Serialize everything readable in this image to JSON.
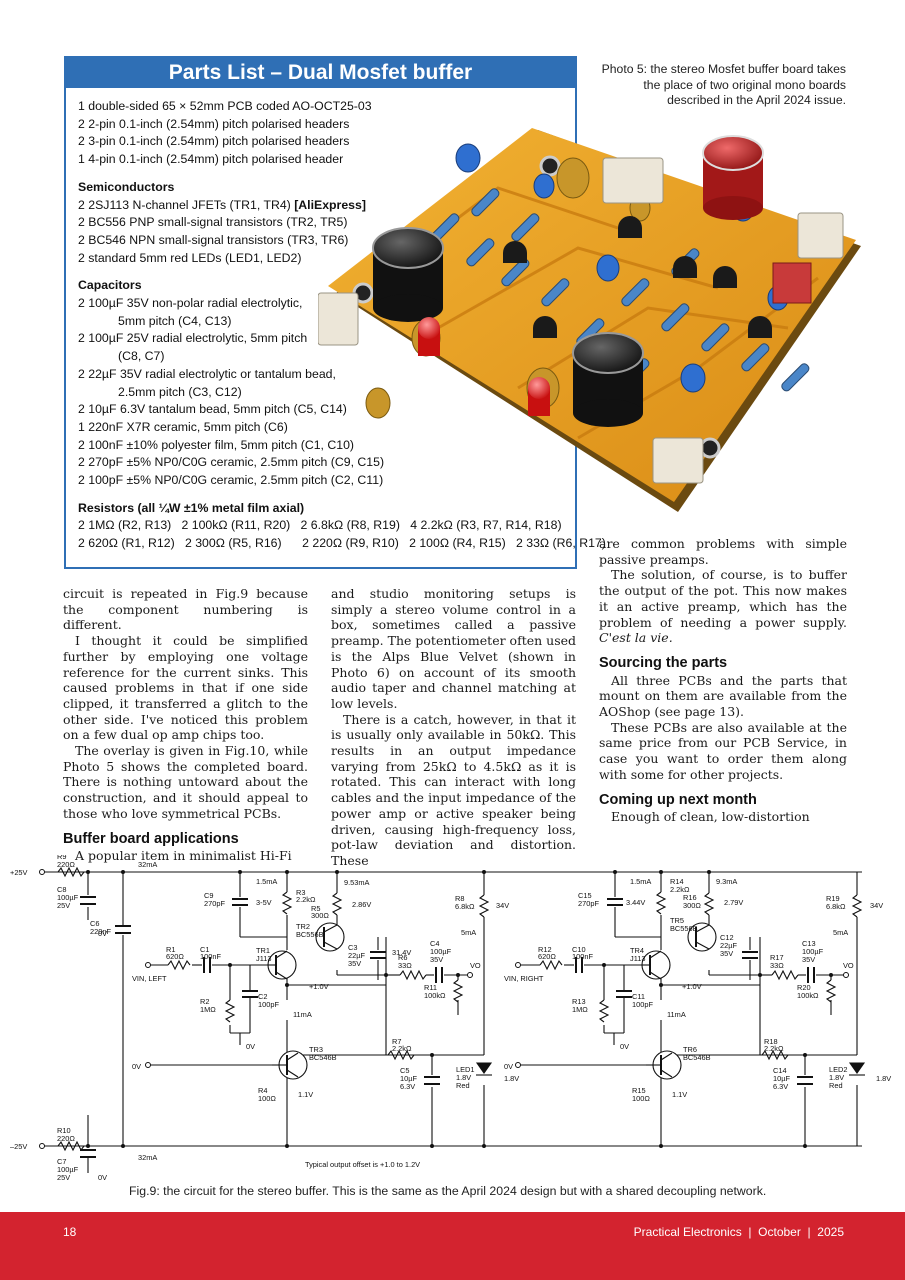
{
  "parts_list": {
    "title": "Parts List – Dual Mosfet buffer",
    "general": [
      "1 double-sided 65 × 52mm PCB coded AO-OCT25-03",
      "2 2-pin 0.1-inch (2.54mm) pitch polarised headers",
      "2 3-pin 0.1-inch (2.54mm) pitch polarised headers",
      "1 4-pin 0.1-inch (2.54mm) pitch polarised header"
    ],
    "semiconductors_heading": "Semiconductors",
    "semi1_text": "2 2SJ113 N-channel JFETs (TR1, TR4) ",
    "semi1_bold": "[AliExpress]",
    "semiconductors": [
      "2 BC556 PNP small-signal transistors (TR2, TR5)",
      "2 BC546 NPN small-signal transistors (TR3, TR6)",
      "2 standard 5mm red LEDs (LED1, LED2)"
    ],
    "capacitors_heading": "Capacitors",
    "capacitors": [
      "2 100µF 35V non-polar radial electrolytic,",
      "5mm pitch (C4, C13)",
      "2 100µF 25V radial electrolytic, 5mm pitch",
      "(C8, C7)",
      "2 22µF 35V radial electrolytic or tantalum bead,",
      "2.5mm pitch (C3, C12)",
      "2 10µF 6.3V tantalum bead, 5mm pitch (C5, C14)",
      "1 220nF X7R ceramic, 5mm pitch (C6)",
      "2 100nF ±10% polyester film, 5mm pitch (C1, C10)",
      "2 270pF ±5% NP0/C0G ceramic, 2.5mm pitch (C9, C15)",
      "2 100pF ±5% NP0/C0G ceramic, 2.5mm pitch (C2, C11)"
    ],
    "resistors_heading": "Resistors (all ¼W ±1% metal film axial)",
    "resistors_row1": [
      "2 1MΩ (R2, R13)",
      "2 100kΩ (R11, R20)",
      "2 6.8kΩ (R8, R19)",
      "4 2.2kΩ (R3, R7, R14, R18)"
    ],
    "resistors_row2": [
      "2 620Ω (R1, R12)",
      "2 300Ω (R5, R16)",
      "2 220Ω (R9, R10)",
      "2 100Ω (R4, R15)",
      "2 33Ω (R6, R17)"
    ]
  },
  "photo": {
    "caption": "Photo 5: the stereo Mosfet buffer board takes the place of two original mono boards described in the April 2024 issue."
  },
  "column1": {
    "p1": "circuit is repeated in Fig.9 because the component numbering is different.",
    "p2": "I thought it could be simplified further by employing one voltage reference for the current sinks. This caused problems in that if one side clipped, it transferred a glitch to the other side. I've noticed this problem on a few dual op amp chips too.",
    "p3": "The overlay is given in Fig.10, while Photo 5 shows the completed board. There is nothing untoward about the construction, and it should appeal to those who love symmetrical PCBs.",
    "heading": "Buffer board applications",
    "p4": "A popular item in minimalist Hi-Fi"
  },
  "column2": {
    "p1": "and studio monitoring setups is simply a stereo volume control in a box, sometimes called a passive preamp. The potentiometer often used is the Alps Blue Velvet (shown in Photo 6) on account of its smooth audio taper and channel matching at low levels.",
    "p2": "There is a catch, however, in that it is usually only available in 50kΩ. This results in an output impedance varying from 25kΩ to 4.5kΩ as it is rotated. This can interact with long cables and the input impedance of the power amp or active speaker being driven, causing high-frequency loss, pot-law deviation and distortion. These"
  },
  "column3": {
    "p1": "are common problems with simple passive preamps.",
    "p2": "The solution, of course, is to buffer the output of the pot. This now makes it an active preamp, which has the problem of needing a power supply.",
    "p2_italic": "C'est la vie.",
    "heading1": "Sourcing the parts",
    "p3": "All three PCBs and the parts that mount on them are available from the AOShop (see page 13).",
    "p4": "These PCBs are also available at the same price from our PCB Service, in case you want to order them along with some for other projects.",
    "heading2": "Coming up next month",
    "p5": "Enough of clean, low-distortion"
  },
  "circuit": {
    "rails": {
      "pos": "+25V",
      "neg": "–25V",
      "gnd": "0V",
      "current_top": "32mA",
      "current_bottom": "32mA"
    },
    "supply": {
      "r9": [
        "R9",
        "220Ω"
      ],
      "r10": [
        "R10",
        "220Ω"
      ],
      "c8": [
        "C8",
        "100µF",
        "25V"
      ],
      "c7": [
        "C7",
        "100µF",
        "25V"
      ],
      "c6": [
        "C6",
        "220nF"
      ]
    },
    "left": {
      "vin": "VIN, LEFT",
      "vo": "VO",
      "r1": [
        "R1",
        "620Ω"
      ],
      "c1": [
        "C1",
        "100nF"
      ],
      "r2": [
        "R2",
        "1MΩ"
      ],
      "c2": [
        "C2",
        "100pF"
      ],
      "c9": [
        "C9",
        "270pF"
      ],
      "r3": [
        "R3",
        "2.2kΩ"
      ],
      "r5": [
        "R5",
        "300Ω"
      ],
      "tr1": [
        "TR1",
        "J113"
      ],
      "tr2": [
        "TR2",
        "BC556B"
      ],
      "tr3": [
        "TR3",
        "BC546B"
      ],
      "c3": [
        "C3",
        "22µF",
        "35V"
      ],
      "r6": [
        "R6",
        "33Ω"
      ],
      "c4": [
        "C4",
        "100µF",
        "35V"
      ],
      "r11": [
        "R11",
        "100kΩ"
      ],
      "r7": [
        "R7",
        "2.2kΩ"
      ],
      "r8": [
        "R8",
        "6.8kΩ"
      ],
      "r4": [
        "R4",
        "100Ω"
      ],
      "c5": [
        "C5",
        "10µF",
        "6.3V"
      ],
      "led": [
        "LED1",
        "1.8V",
        "Red"
      ],
      "v_1_5ma": "1.5mA",
      "v_3_5v": "3-5V",
      "v_9_53ma": "9.53mA",
      "v_2_86v": "2.86V",
      "v_31_4v": "31.4V",
      "v_34v": "34V",
      "v_5ma": "5mA",
      "v_11ma": "11mA",
      "v_plus1": "+1.0V",
      "v_1_1v": "1.1V",
      "v_1_8v": "1.8V"
    },
    "right": {
      "vin": "VIN, RIGHT",
      "vo": "VO",
      "r12": [
        "R12",
        "620Ω"
      ],
      "c10": [
        "C10",
        "100nF"
      ],
      "r13": [
        "R13",
        "1MΩ"
      ],
      "c11": [
        "C11",
        "100pF"
      ],
      "c15": [
        "C15",
        "270pF"
      ],
      "r14": [
        "R14",
        "2.2kΩ"
      ],
      "r16": [
        "R16",
        "300Ω"
      ],
      "tr4": [
        "TR4",
        "J113"
      ],
      "tr5": [
        "TR5",
        "BC556B"
      ],
      "tr6": [
        "TR6",
        "BC546B"
      ],
      "c12": [
        "C12",
        "22µF",
        "35V"
      ],
      "r17": [
        "R17",
        "33Ω"
      ],
      "c13": [
        "C13",
        "100µF",
        "35V"
      ],
      "r20": [
        "R20",
        "100kΩ"
      ],
      "r18": [
        "R18",
        "2.2kΩ"
      ],
      "r19": [
        "R19",
        "6.8kΩ"
      ],
      "r15": [
        "R15",
        "100Ω"
      ],
      "c14": [
        "C14",
        "10µF",
        "6.3V"
      ],
      "led": [
        "LED2",
        "1.8V",
        "Red"
      ],
      "v_1_5ma": "1.5mA",
      "v_3_44v": "3.44V",
      "v_9_3ma": "9.3mA",
      "v_2_79v": "2.79V",
      "v_34v": "34V",
      "v_5ma": "5mA",
      "v_11ma": "11mA",
      "v_plus1": "+1.0V",
      "v_1_1v": "1.1V",
      "v_1_8v": "1.8V"
    },
    "note": "Typical output offset is +1.0 to 1.2V",
    "caption": "Fig.9: the circuit for the stereo buffer. This is the same as the April 2024 design but with a shared decoupling network."
  },
  "footer": {
    "page": "18",
    "magazine": "Practical Electronics  |  October  |  2025"
  },
  "colors": {
    "accent_blue": "#2f6fb5",
    "footer_red": "#d3232f",
    "pcb_orange": "#e8a020"
  }
}
